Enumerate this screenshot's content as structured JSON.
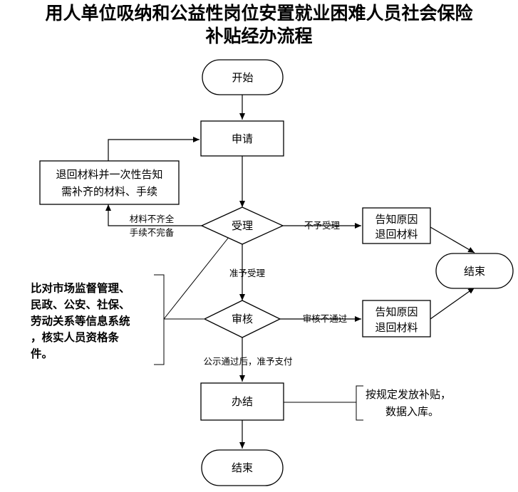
{
  "title": {
    "line1": "用人单位吸纳和公益性岗位安置就业困难人员社会保险",
    "line2": "补贴经办流程"
  },
  "nodes": {
    "start": "开始",
    "apply": "申请",
    "return_materials_line1": "退回材料并一次性告知",
    "return_materials_line2": "需补齐的材料、手续",
    "accept": "受理",
    "notify1_line1": "告知原因",
    "notify1_line2": "退回材料",
    "end_right": "结束",
    "review": "审核",
    "notify2_line1": "告知原因",
    "notify2_line2": "退回材料",
    "complete": "办结",
    "end_bottom": "结束"
  },
  "edges": {
    "incomplete_line1": "材料不齐全",
    "incomplete_line2": "手续不完备",
    "reject": "不予受理",
    "accepted": "准予受理",
    "review_failed": "审核不通过",
    "publicized": "公示通过后，准予支付"
  },
  "notes": {
    "compare_line1": "比对市场监督管理、",
    "compare_line2": "民政、公安、社保、",
    "compare_line3": "劳动关系等信息系统",
    "compare_line4": "，核实人员资格条",
    "compare_line5": "件。",
    "subsidy_line1": "按规定发放补贴，",
    "subsidy_line2": "数据入库。"
  }
}
